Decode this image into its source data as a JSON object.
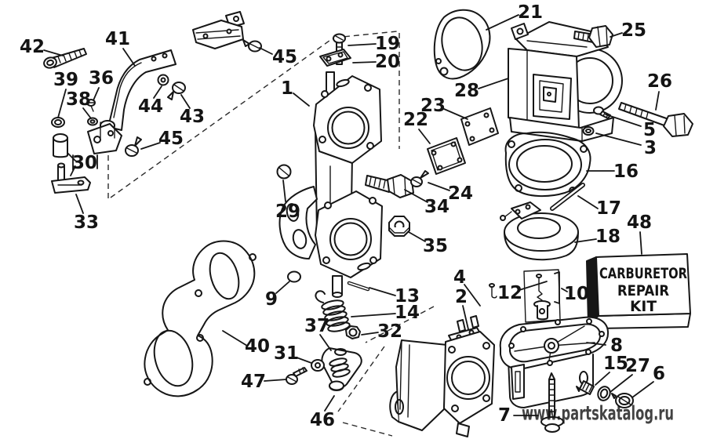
{
  "callouts": [
    {
      "label": "42"
    },
    {
      "label": "41"
    },
    {
      "label": "39"
    },
    {
      "label": "36"
    },
    {
      "label": "38"
    },
    {
      "label": "44"
    },
    {
      "label": "43"
    },
    {
      "label": "45"
    },
    {
      "label": "30"
    },
    {
      "label": "33"
    },
    {
      "label": "45"
    },
    {
      "label": "1"
    },
    {
      "label": "19"
    },
    {
      "label": "20"
    },
    {
      "label": "21"
    },
    {
      "label": "25"
    },
    {
      "label": "26"
    },
    {
      "label": "28"
    },
    {
      "label": "5"
    },
    {
      "label": "3"
    },
    {
      "label": "16"
    },
    {
      "label": "23"
    },
    {
      "label": "22"
    },
    {
      "label": "24"
    },
    {
      "label": "34"
    },
    {
      "label": "35"
    },
    {
      "label": "29"
    },
    {
      "label": "17"
    },
    {
      "label": "18"
    },
    {
      "label": "48"
    },
    {
      "label": "9"
    },
    {
      "label": "13"
    },
    {
      "label": "14"
    },
    {
      "label": "32"
    },
    {
      "label": "4"
    },
    {
      "label": "2"
    },
    {
      "label": "12"
    },
    {
      "label": "10"
    },
    {
      "label": "37"
    },
    {
      "label": "40"
    },
    {
      "label": "31"
    },
    {
      "label": "47"
    },
    {
      "label": "46"
    },
    {
      "label": "8"
    },
    {
      "label": "15"
    },
    {
      "label": "27"
    },
    {
      "label": "6"
    },
    {
      "label": "7"
    }
  ],
  "kit": {
    "lines": [
      "CARBURETOR",
      "REPAIR",
      "KIT"
    ]
  },
  "watermark": {
    "text": "www.partskatalog.ru",
    "color": "#e6403d"
  },
  "colors": {
    "ink": "#161616",
    "background": "#ffffff"
  }
}
